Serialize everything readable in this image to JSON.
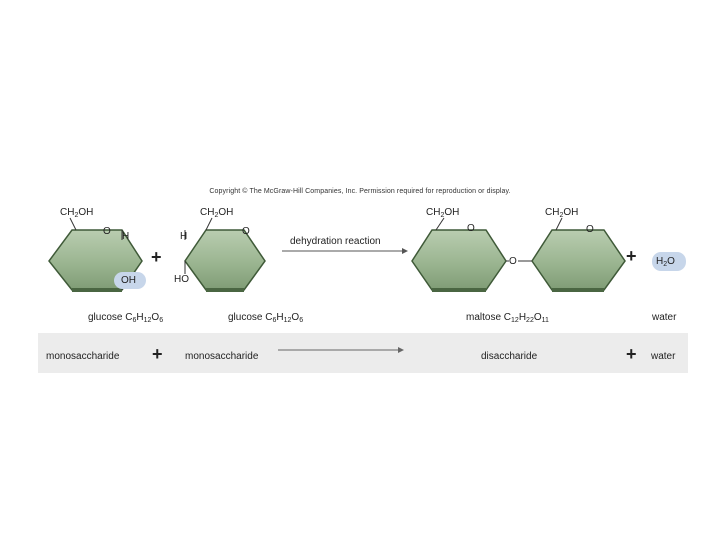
{
  "copyright": "Copyright © The McGraw-Hill Companies, Inc. Permission required for reproduction or display.",
  "reaction": {
    "label": "dehydration reaction"
  },
  "molecules": {
    "glucose1": {
      "ch2oh_main": "CH",
      "ch2oh_sub": "2",
      "ch2oh_end": "OH",
      "ring_o": "O",
      "h": "H",
      "oh": "OH",
      "caption_main": "glucose C",
      "caption_sub1": "6",
      "caption_mid1": "H",
      "caption_sub2": "12",
      "caption_mid2": "O",
      "caption_sub3": "6"
    },
    "glucose2": {
      "ch2oh_main": "CH",
      "ch2oh_sub": "2",
      "ch2oh_end": "OH",
      "ring_o": "O",
      "h": "H",
      "ho": "HO",
      "caption_main": "glucose C",
      "caption_sub1": "6",
      "caption_mid1": "H",
      "caption_sub2": "12",
      "caption_mid2": "O",
      "caption_sub3": "6"
    },
    "maltose": {
      "left_ch2oh_main": "CH",
      "left_ch2oh_sub": "2",
      "left_ch2oh_end": "OH",
      "right_ch2oh_main": "CH",
      "right_ch2oh_sub": "2",
      "right_ch2oh_end": "OH",
      "left_ring_o": "O",
      "right_ring_o": "O",
      "bridge_o": "O",
      "caption_main": "maltose C",
      "caption_sub1": "12",
      "caption_mid1": "H",
      "caption_sub2": "22",
      "caption_mid2": "O",
      "caption_sub3": "11"
    },
    "water": {
      "formula_main": "H",
      "formula_sub": "2",
      "formula_end": "O",
      "caption": "water"
    }
  },
  "plus_sign": "+",
  "summary": {
    "left": "monosaccharide",
    "middle": "monosaccharide",
    "product": "disaccharide",
    "water": "water"
  },
  "colors": {
    "ring_fill": "#9bb591",
    "ring_light": "#c7d6bf",
    "ring_dark": "#5e7a55",
    "ring_edge": "#3f5a38",
    "highlight_pill": "#c7d6ea",
    "band": "#ececec"
  }
}
